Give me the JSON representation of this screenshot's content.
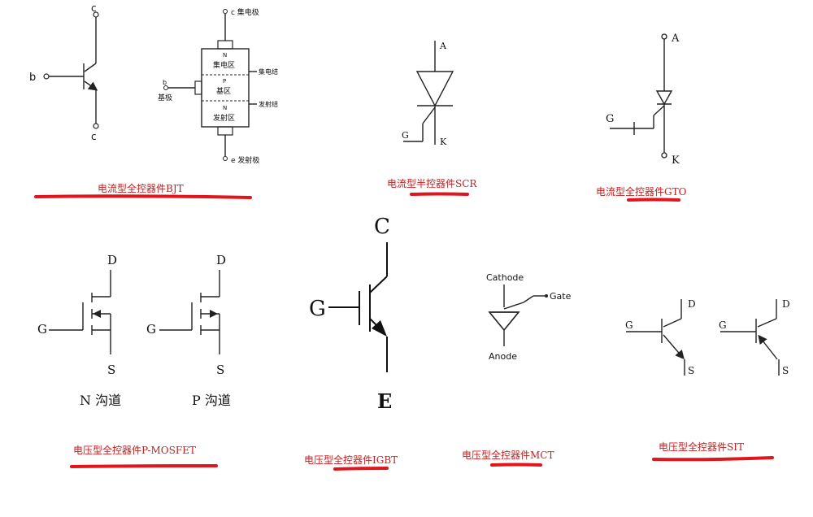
{
  "captions": {
    "bjt": "电流型全控器件BJT",
    "scr": "电流型半控器件SCR",
    "gto": "电流型全控器件GTO",
    "pmosfet": "电压型全控器件P-MOSFET",
    "igbt": "电压型全控器件IGBT",
    "mct": "电压型全控器件MCT",
    "sit": "电压型全控器件SIT"
  },
  "bjt": {
    "symbol": {
      "c1": "c",
      "b": "b",
      "e": "c"
    },
    "structure": {
      "collector_terminal": "c 集电极",
      "n1": "N",
      "collector_region": "集电区",
      "collector_junction": "集电结",
      "base_terminal": "b",
      "base_label": "基极",
      "p": "P",
      "base_region": "基区",
      "emitter_junction": "发射结",
      "n2": "N",
      "emitter_region": "发射区",
      "emitter_terminal": "e 发射极"
    }
  },
  "scr": {
    "anode": "A",
    "gate": "G",
    "cathode": "K"
  },
  "gto": {
    "anode": "A",
    "gate": "G",
    "cathode": "K"
  },
  "mosfet": {
    "n": {
      "drain": "D",
      "gate": "G",
      "source": "S",
      "label": "N 沟道"
    },
    "p": {
      "drain": "D",
      "gate": "G",
      "source": "S",
      "label": "P 沟道"
    }
  },
  "igbt": {
    "collector": "C",
    "gate": "G",
    "emitter": "E"
  },
  "mct": {
    "cathode": "Cathode",
    "gate": "Gate",
    "anode": "Anode"
  },
  "sit": {
    "left": {
      "drain": "D",
      "gate": "G",
      "source": "S"
    },
    "right": {
      "drain": "D",
      "gate": "G",
      "source": "S"
    }
  },
  "colors": {
    "caption": "#c41e1e",
    "underline": "#e0161c",
    "line": "#222222"
  }
}
